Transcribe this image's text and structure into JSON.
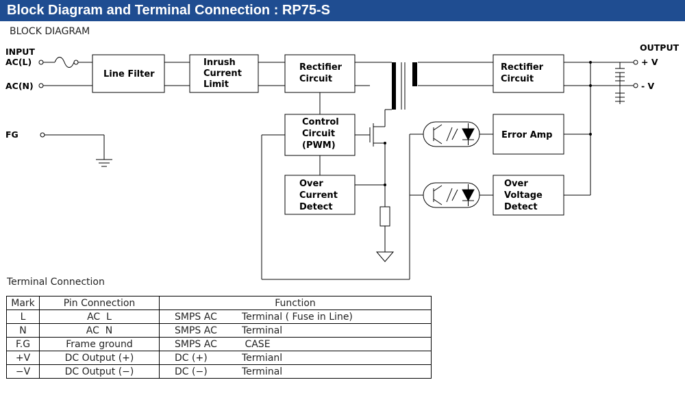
{
  "header": {
    "title": "Block Diagram and Terminal Connection : RP75-S"
  },
  "block_diagram": {
    "heading": "BLOCK DIAGRAM",
    "input_label": "INPUT",
    "output_label": "OUTPUT",
    "pins": {
      "ac_l": "AC(L)",
      "ac_n": "AC(N)",
      "fg": "FG",
      "plus_v": "+ V",
      "minus_v": "- V"
    },
    "blocks": {
      "line_filter": "Line Filter",
      "inrush": [
        "Inrush",
        "Current",
        "Limit"
      ],
      "rectifier_1": [
        "Rectifier",
        "Circuit"
      ],
      "control": [
        "Control",
        "Circuit",
        "(PWM)"
      ],
      "over_current": [
        "Over",
        "Current",
        "Detect"
      ],
      "rectifier_2": [
        "Rectifier",
        "Circuit"
      ],
      "error_amp": "Error Amp",
      "over_voltage": [
        "Over",
        "Voltage",
        "Detect"
      ]
    }
  },
  "terminal": {
    "heading": "Terminal Connection",
    "columns": [
      "Mark",
      "Pin Connection",
      "Function"
    ],
    "rows": [
      {
        "mark": "L",
        "pin": "AC  L",
        "func_a": "SMPS AC",
        "func_b": "Terminal ( Fuse in Line)"
      },
      {
        "mark": "N",
        "pin": "AC  N",
        "func_a": "SMPS AC",
        "func_b": "Terminal"
      },
      {
        "mark": "F.G",
        "pin": "Frame ground",
        "func_a": "SMPS AC",
        "func_b": " CASE"
      },
      {
        "mark": "+V",
        "pin": "DC Output (+)",
        "func_a": "DC (+)",
        "func_b": "Termianl"
      },
      {
        "mark": "−V",
        "pin": "DC Output (−)",
        "func_a": "DC (−)",
        "func_b": "Terminal"
      }
    ]
  }
}
